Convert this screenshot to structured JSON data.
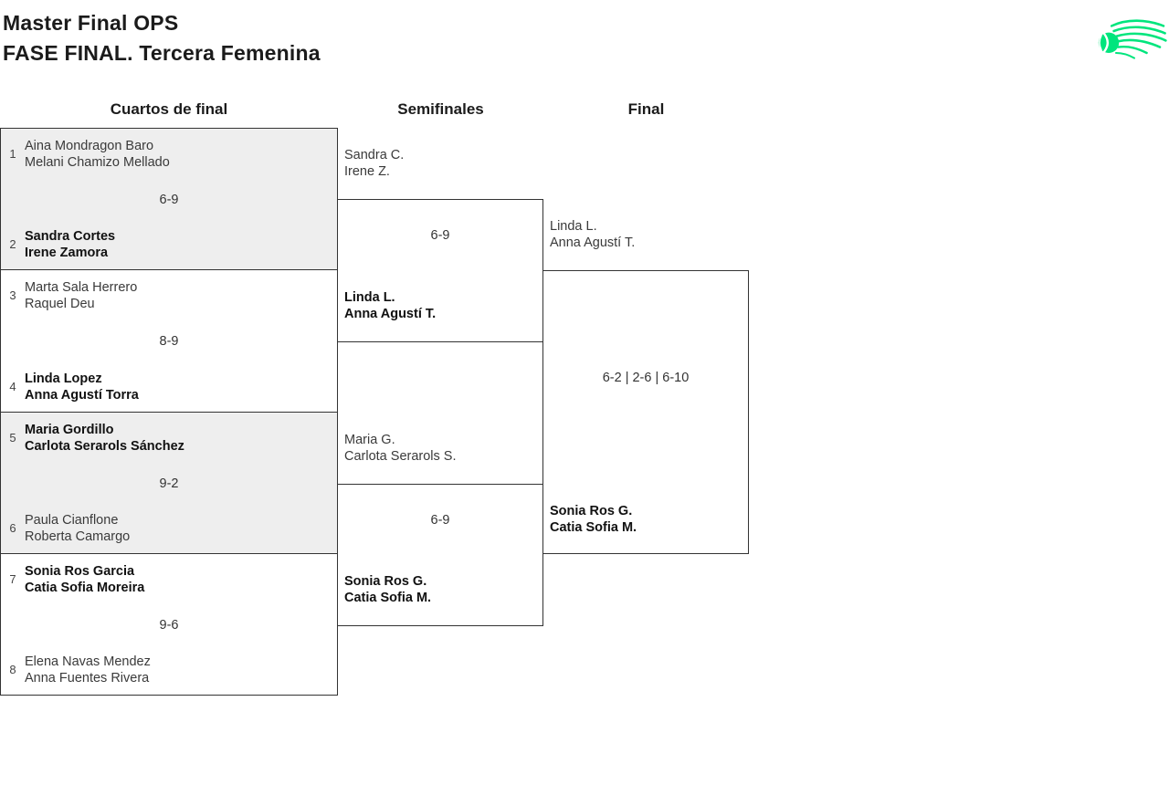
{
  "header": {
    "title_line1": "Master Final OPS",
    "title_line2": "FASE FINAL. Tercera Femenina",
    "logo_icon": "tennis-ball-swoosh",
    "logo_color": "#00e57d"
  },
  "columns": {
    "quarterfinals_label": "Cuartos de final",
    "semifinals_label": "Semifinales",
    "final_label": "Final"
  },
  "colors": {
    "match_alt_background": "#eeeeee",
    "border": "#333333",
    "winner_text": "#111111",
    "normal_text": "#3a3a3a"
  },
  "bracket": {
    "quarterfinals": [
      {
        "seed_top": "1",
        "top_player1": "Aina Mondragon Baro",
        "top_player2": "Melani Chamizo Mellado",
        "top_winner": false,
        "score": "6-9",
        "seed_bottom": "2",
        "bottom_player1": "Sandra Cortes",
        "bottom_player2": "Irene Zamora",
        "bottom_winner": true
      },
      {
        "seed_top": "3",
        "top_player1": "Marta Sala Herrero",
        "top_player2": "Raquel Deu",
        "top_winner": false,
        "score": "8-9",
        "seed_bottom": "4",
        "bottom_player1": "Linda Lopez",
        "bottom_player2": "Anna Agustí Torra",
        "bottom_winner": true
      },
      {
        "seed_top": "5",
        "top_player1": "Maria Gordillo",
        "top_player2": "Carlota Serarols Sánchez",
        "top_winner": true,
        "score": "9-2",
        "seed_bottom": "6",
        "bottom_player1": "Paula Cianflone",
        "bottom_player2": "Roberta Camargo",
        "bottom_winner": false
      },
      {
        "seed_top": "7",
        "top_player1": "Sonia Ros Garcia",
        "top_player2": "Catia Sofia Moreira",
        "top_winner": true,
        "score": "9-6",
        "seed_bottom": "8",
        "bottom_player1": "Elena Navas Mendez",
        "bottom_player2": "Anna Fuentes Rivera",
        "bottom_winner": false
      }
    ],
    "semifinals": [
      {
        "top_player1": "Sandra C.",
        "top_player2": "Irene Z.",
        "top_winner": false,
        "score": "6-9",
        "bottom_player1": "Linda L.",
        "bottom_player2": "Anna Agustí T.",
        "bottom_winner": true
      },
      {
        "top_player1": "Maria G.",
        "top_player2": "Carlota Serarols S.",
        "top_winner": false,
        "score": "6-9",
        "bottom_player1": "Sonia Ros G.",
        "bottom_player2": "Catia Sofia M.",
        "bottom_winner": true
      }
    ],
    "final": {
      "top_player1": "Linda L.",
      "top_player2": "Anna Agustí T.",
      "top_winner": false,
      "score": "6-2 | 2-6 | 6-10",
      "bottom_player1": "Sonia Ros G.",
      "bottom_player2": "Catia Sofia M.",
      "bottom_winner": true
    }
  }
}
